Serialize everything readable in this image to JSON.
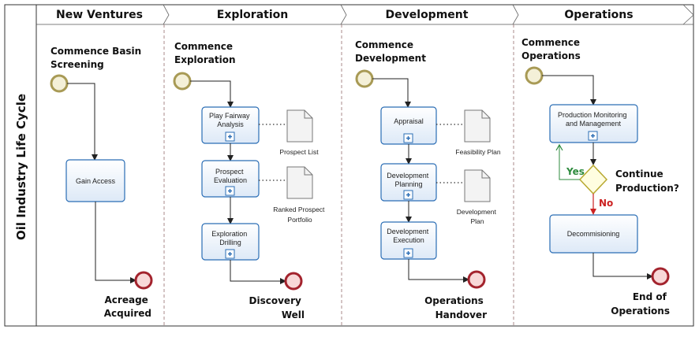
{
  "pool": {
    "title": "Oil Industry Life Cycle"
  },
  "lanes": [
    {
      "header": "New Ventures"
    },
    {
      "header": "Exploration"
    },
    {
      "header": "Development"
    },
    {
      "header": "Operations"
    }
  ],
  "events": {
    "nv_start": [
      "Commence Basin",
      "Screening"
    ],
    "ex_start": [
      "Commence",
      "Exploration"
    ],
    "dv_start": [
      "Commence",
      "Development"
    ],
    "op_start": [
      "Commence",
      "Operations"
    ],
    "nv_end": [
      "Acreage",
      "Acquired"
    ],
    "ex_end": [
      "Discovery",
      "Well"
    ],
    "dv_end": [
      "Operations",
      "Handover"
    ],
    "op_end": [
      "End of",
      "Operations"
    ]
  },
  "tasks": {
    "gain_access": [
      "Gain Access"
    ],
    "play_fairway": [
      "Play Fairway",
      "Analysis"
    ],
    "prospect_eval": [
      "Prospect",
      "Evaluation"
    ],
    "expl_drilling": [
      "Exploration",
      "Drilling"
    ],
    "appraisal": [
      "Appraisal"
    ],
    "dev_planning": [
      "Development",
      "Planning"
    ],
    "dev_execution": [
      "Development",
      "Execution"
    ],
    "prod_monitoring": [
      "Production Monitoring",
      "and Management"
    ],
    "decommissioning": [
      "Decommisioning"
    ]
  },
  "documents": {
    "prospect_list": [
      "Prospect List"
    ],
    "ranked_portfolio": [
      "Ranked Prospect",
      "Portfolio"
    ],
    "feasibility_plan": [
      "Feasibility Plan"
    ],
    "development_plan": [
      "Development",
      "Plan"
    ]
  },
  "gateway": {
    "question": [
      "Continue",
      "Production?"
    ],
    "yes_label": "Yes",
    "no_label": "No"
  },
  "colors": {
    "task_fill": "#eaf2fb",
    "task_stroke": "#2a6db5",
    "start_stroke": "#a89a55",
    "start_fill": "#f4f0d8",
    "end_stroke": "#a3232d",
    "end_fill": "#f8d8d8",
    "gateway_fill": "#fffde0",
    "gateway_stroke": "#b8a830",
    "yes_color": "#2e8b3e",
    "no_color": "#cc2222"
  }
}
